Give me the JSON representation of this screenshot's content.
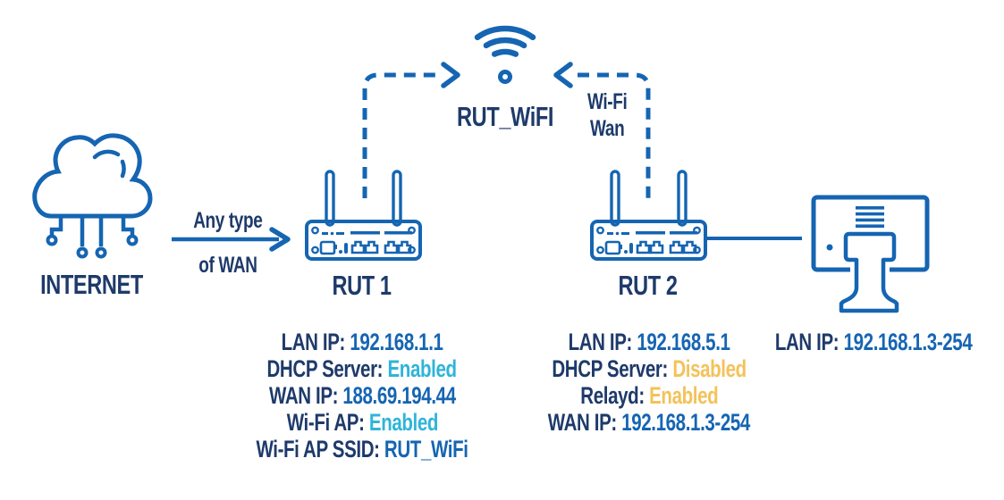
{
  "palette": {
    "navy": "#1E3A6A",
    "blue": "#1565B2",
    "cyan": "#2FB4DA",
    "gold": "#F4C25A"
  },
  "internet": {
    "label": "INTERNET"
  },
  "wan_arrow": {
    "line1": "Any type",
    "line2": "of WAN"
  },
  "wifi": {
    "label": "RUT_WiFI"
  },
  "wifi_wan": {
    "line1": "Wi-Fi",
    "line2": "Wan"
  },
  "rut1": {
    "label": "RUT 1",
    "info": [
      {
        "label": "LAN IP:",
        "value": "192.168.1.1",
        "color": "blue"
      },
      {
        "label": "DHCP Server:",
        "value": "Enabled",
        "color": "cyan"
      },
      {
        "label": "WAN IP:",
        "value": "188.69.194.44",
        "color": "blue"
      },
      {
        "label": "Wi-Fi AP:",
        "value": "Enabled",
        "color": "cyan"
      },
      {
        "label": "Wi-Fi AP SSID:",
        "value": "RUT_WiFi",
        "color": "blue"
      }
    ]
  },
  "rut2": {
    "label": "RUT 2",
    "info": [
      {
        "label": "LAN IP:",
        "value": "192.168.5.1",
        "color": "blue"
      },
      {
        "label": "DHCP Server:",
        "value": "Disabled",
        "color": "gold"
      },
      {
        "label": "Relayd:",
        "value": "Enabled",
        "color": "gold"
      },
      {
        "label": "WAN IP:",
        "value": "192.168.1.3-254",
        "color": "blue"
      }
    ]
  },
  "computer": {
    "info": [
      {
        "label": "LAN IP:",
        "value": "192.168.1.3-254",
        "color": "blue"
      }
    ]
  }
}
